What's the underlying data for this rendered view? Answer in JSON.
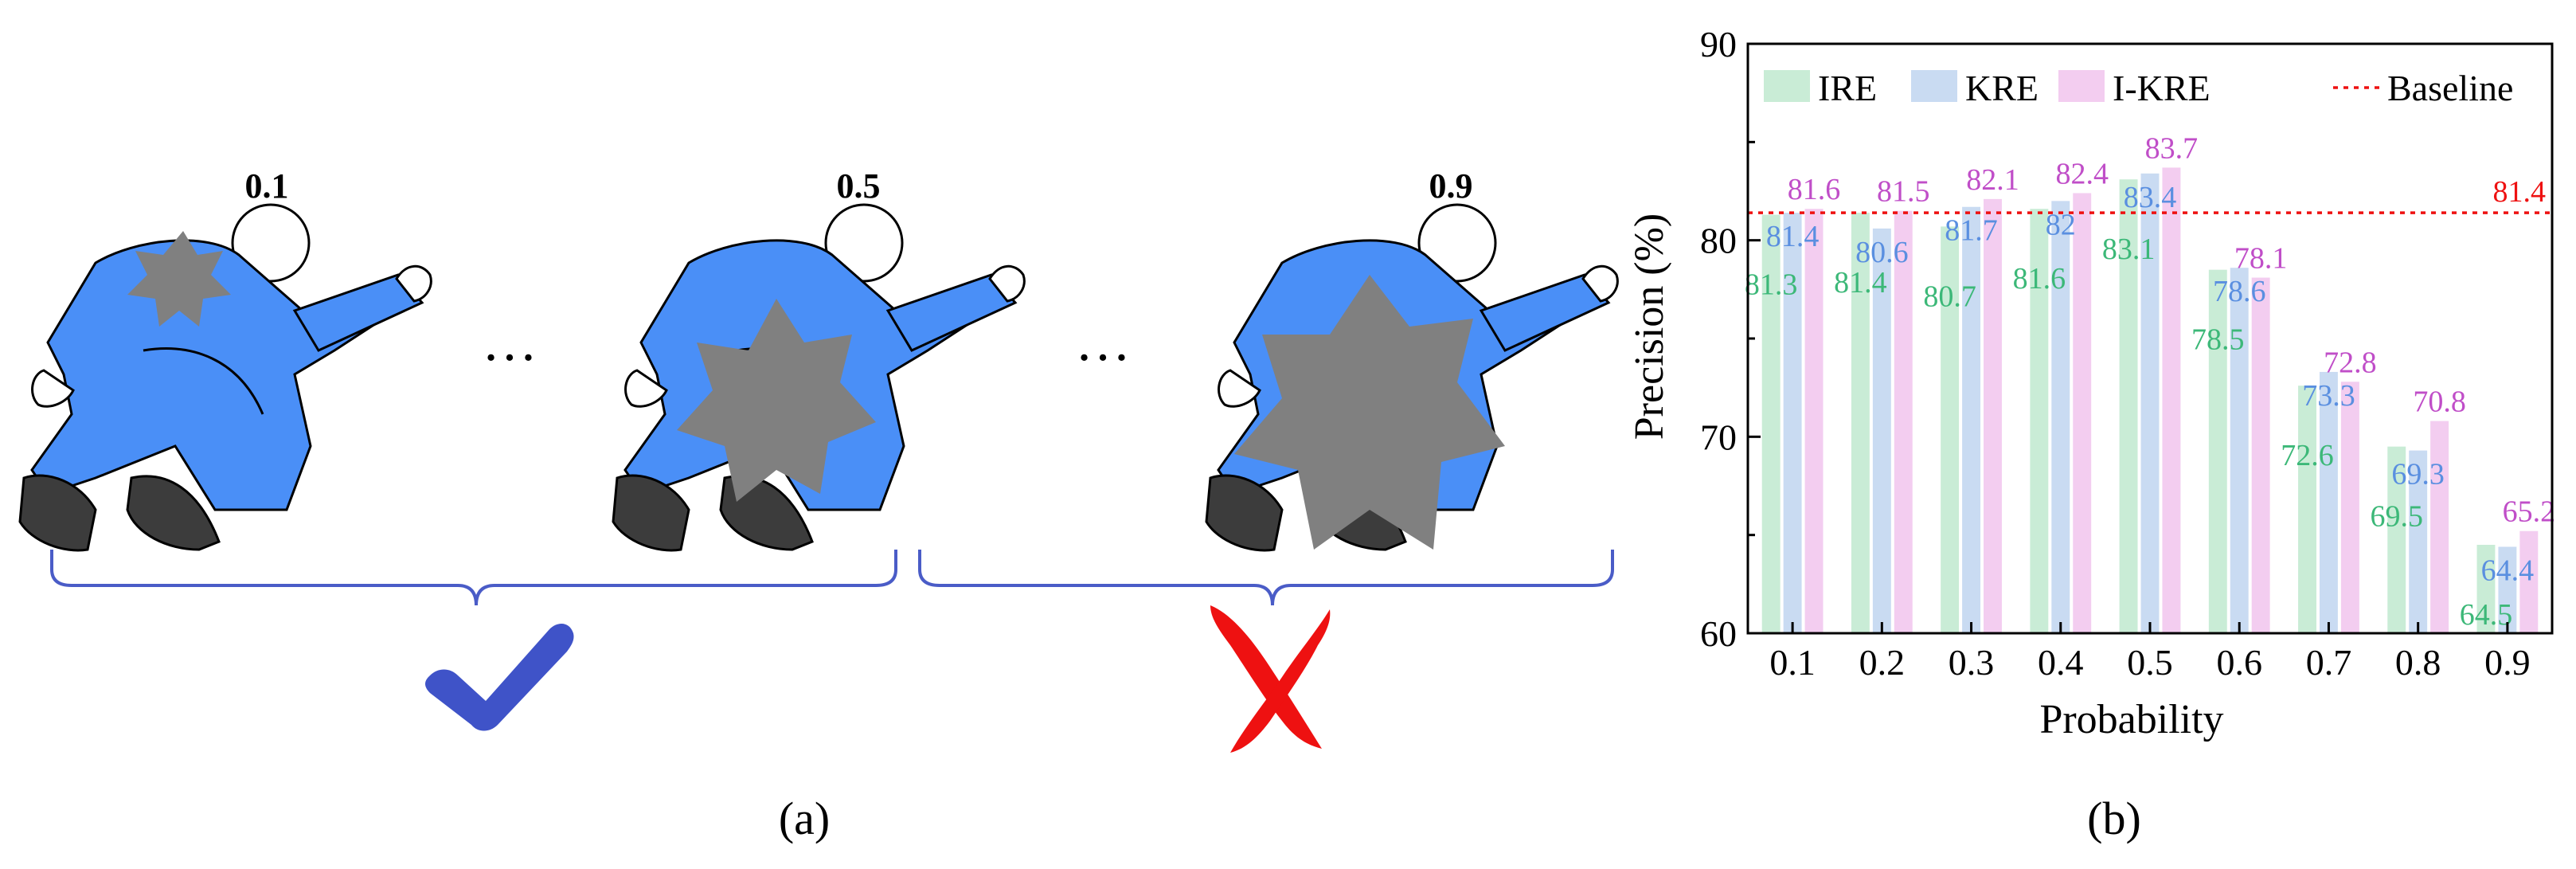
{
  "panel_a": {
    "label": "(a)",
    "probabilities": [
      "0.1",
      "0.5",
      "0.9"
    ],
    "ellipsis": "…",
    "figure_icon": "running-person-icon",
    "occluder_icon": "gray-star-occluder-icon",
    "accept_icon": "checkmark-icon",
    "reject_icon": "cross-icon",
    "colors": {
      "figure": "#4a8ff7",
      "occluder": "#808080",
      "brace": "#4a5cc7",
      "check": "#3f53c8",
      "cross": "#ee1111"
    }
  },
  "chart_data": {
    "type": "bar",
    "label": "(b)",
    "categories": [
      "0.1",
      "0.2",
      "0.3",
      "0.4",
      "0.5",
      "0.6",
      "0.7",
      "0.8",
      "0.9"
    ],
    "series": [
      {
        "name": "IRE",
        "values": [
          81.3,
          81.4,
          80.7,
          81.6,
          83.1,
          78.5,
          72.6,
          69.5,
          64.5
        ],
        "color": "#c9ecd6",
        "label_color": "#3cb878"
      },
      {
        "name": "KRE",
        "values": [
          81.4,
          80.6,
          81.7,
          82,
          83.4,
          78.6,
          73.3,
          69.3,
          64.4
        ],
        "color": "#c9dbf2",
        "label_color": "#5a8fe0"
      },
      {
        "name": "I-KRE",
        "values": [
          81.6,
          81.5,
          82.1,
          82.4,
          83.7,
          78.1,
          72.8,
          70.8,
          65.2
        ],
        "color": "#f3cdf0",
        "label_color": "#c04ec8"
      }
    ],
    "baseline": {
      "name": "Baseline",
      "value": 81.4,
      "label": "81.4",
      "color": "#ee1111"
    },
    "xlabel": "Probability",
    "ylabel": "Precision (%)",
    "ylim": [
      60,
      90
    ],
    "yticks": [
      "60",
      "70",
      "80",
      "90"
    ],
    "grid": false,
    "legend": "top"
  }
}
